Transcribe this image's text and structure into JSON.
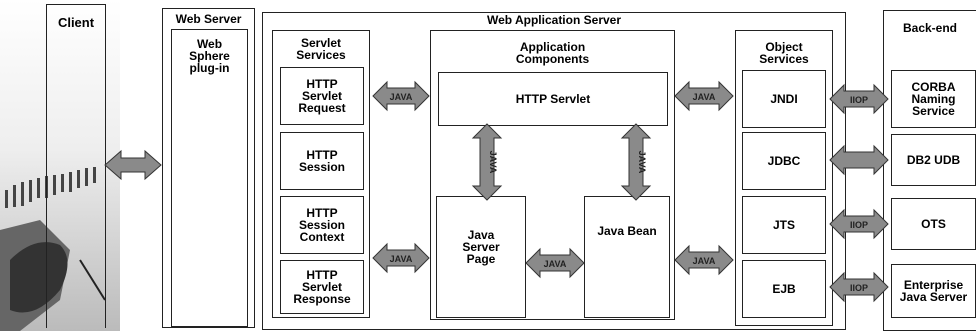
{
  "client": {
    "title": "Client"
  },
  "web_server": {
    "title": "Web Server",
    "plugin_label": "Web\nSphere\nplug-in"
  },
  "was": {
    "title": "Web Application Server"
  },
  "servlet_services": {
    "title": "Servlet\nServices",
    "items": [
      "HTTP\nServlet\nRequest",
      "HTTP\nSession",
      "HTTP\nSession\nContext",
      "HTTP\nServlet\nResponse"
    ]
  },
  "app_components": {
    "title": "Application\nComponents",
    "http_servlet": "HTTP Servlet",
    "jsp": "Java\nServer\nPage",
    "java_bean": "Java Bean"
  },
  "object_services": {
    "title": "Object\nServices",
    "items": [
      "JNDI",
      "JDBC",
      "JTS",
      "EJB"
    ]
  },
  "backend": {
    "title": "Back-end",
    "items": [
      "CORBA\nNaming\nService",
      "DB2 UDB",
      "OTS",
      "Enterprise\nJava Server"
    ]
  },
  "arrows": {
    "java": "JAVA",
    "iiop": "IIOP"
  },
  "colors": {
    "arrow_fill": "#8a8a8a",
    "arrow_stroke": "#333333",
    "border": "#222222"
  }
}
